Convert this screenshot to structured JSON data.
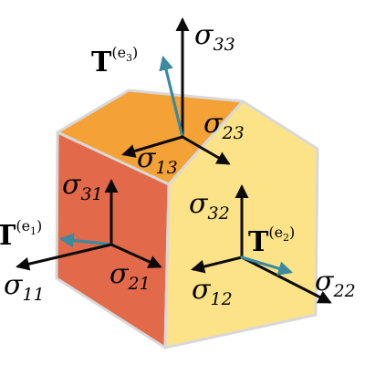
{
  "colors": {
    "top_face": "#f4a136",
    "left_face": "#e2694a",
    "right_face": "#fce387",
    "edge": "#d8d8d8",
    "arrow": "#0b0b0b",
    "traction": "#3a8aa0"
  },
  "labels": {
    "sigma_33": {
      "sym": "σ",
      "sub": "33"
    },
    "sigma_23": {
      "sym": "σ",
      "sub": "23"
    },
    "sigma_13": {
      "sym": "σ",
      "sub": "13"
    },
    "sigma_31": {
      "sym": "σ",
      "sub": "31"
    },
    "sigma_11": {
      "sym": "σ",
      "sub": "11"
    },
    "sigma_21": {
      "sym": "σ",
      "sub": "21"
    },
    "sigma_32": {
      "sym": "σ",
      "sub": "32"
    },
    "sigma_12": {
      "sym": "σ",
      "sub": "12"
    },
    "sigma_22": {
      "sym": "σ",
      "sub": "22"
    },
    "traction_e3": {
      "sym": "T",
      "sup": "(e",
      "supsub": "3",
      "supclose": ")"
    },
    "traction_e1": {
      "sym": "T",
      "sup": "(e",
      "supsub": "1",
      "supclose": ")"
    },
    "traction_e2": {
      "sym": "T",
      "sup": "(e",
      "supsub": "2",
      "supclose": ")"
    }
  }
}
